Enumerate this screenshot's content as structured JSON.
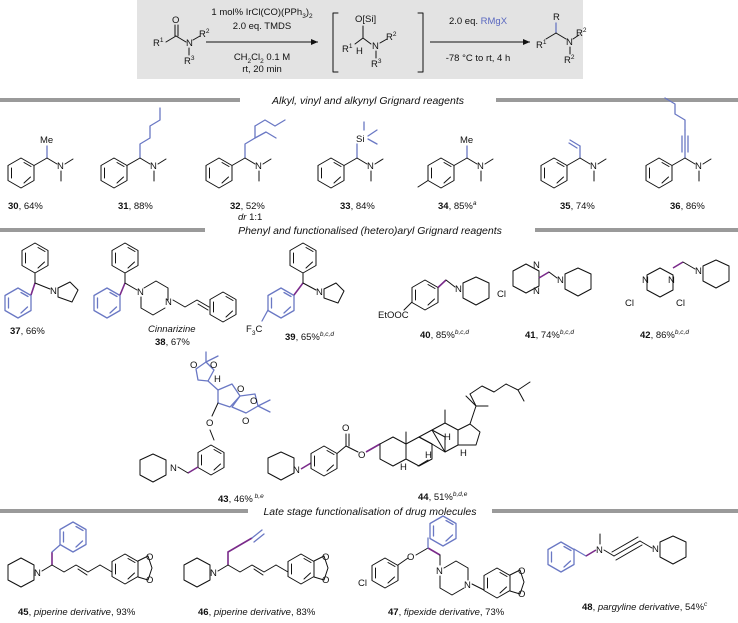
{
  "reaction": {
    "reagent_line1": "1 mol% IrCl(CO)(PPh",
    "reagent_line1_sub": "3",
    "reagent_line1_end": ")",
    "reagent_line1_sub2": "2",
    "reagent_line2": "2.0 eq. TMDS",
    "cond_line1": "CH",
    "cond_line1_sub": "2",
    "cond_line1_mid": "Cl",
    "cond_line1_sub2": "2",
    "cond_line1_end": " 0.1 M",
    "cond_line2": "rt, 20 min",
    "grignard_prefix": "2.0 eq. ",
    "grignard": "RMgX",
    "grignard_cond": "-78 °C to rt, 4 h",
    "atom_O": "O",
    "atom_N": "N",
    "atom_OSi": "O[Si]",
    "atom_H": "H",
    "R": "R",
    "R1": "1",
    "R2": "2",
    "R3": "3"
  },
  "sections": {
    "alkyl": "Alkyl, vinyl and alkynyl Grignard reagents",
    "aryl": "Phenyl and functionalised (hetero)aryl Grignard reagents",
    "late": "Late stage functionalisation of drug molecules"
  },
  "atoms": {
    "Me": "Me",
    "N": "N",
    "Si": "Si",
    "O": "O",
    "H": "H",
    "Cl": "Cl",
    "F3C": "F",
    "F3C_sub": "3",
    "F3C_end": "C",
    "EtOOC": "EtOOC"
  },
  "compounds": [
    {
      "num": "30",
      "rest": ", 64%"
    },
    {
      "num": "31",
      "rest": ", 88%"
    },
    {
      "num": "32",
      "rest": ", 52%",
      "extra_i": "dr",
      "extra": " 1:1"
    },
    {
      "num": "33",
      "rest": ", 84%"
    },
    {
      "num": "34",
      "rest": ", 85%",
      "sup": "a"
    },
    {
      "num": "35",
      "rest": ", 74%"
    },
    {
      "num": "36",
      "rest": ", 86%"
    },
    {
      "num": "37",
      "rest": ", 66%"
    },
    {
      "num": "38",
      "rest": ", 67%",
      "name": "Cinnarizine"
    },
    {
      "num": "39",
      "rest": ", 65%",
      "sup": "b,c,d"
    },
    {
      "num": "40",
      "rest": ", 85%",
      "sup": "b,c,d"
    },
    {
      "num": "41",
      "rest": ", 74%",
      "sup": "b,c,d"
    },
    {
      "num": "42",
      "rest": ", 86%",
      "sup": "b,c,d"
    },
    {
      "num": "43",
      "rest": ", 46%",
      "sup": " b,e"
    },
    {
      "num": "44",
      "rest": ", 51%",
      "sup": "b,d,e"
    },
    {
      "num": "45",
      "rest": ", ",
      "name": "piperine derivative",
      "rest2": ", 93%"
    },
    {
      "num": "46",
      "rest": ", ",
      "name": "piperine derivative",
      "rest2": ", 83%"
    },
    {
      "num": "47",
      "rest": ", ",
      "name": "fipexide derivative",
      "rest2": ", 73%"
    },
    {
      "num": "48",
      "rest": ", ",
      "name": "pargyline derivative",
      "rest2": ", 54%",
      "sup": "c"
    }
  ],
  "colors": {
    "blue": "#6a78c4",
    "purple": "#7a2a8a",
    "box": "#e3e3e3",
    "rule": "#9a9a9a"
  }
}
